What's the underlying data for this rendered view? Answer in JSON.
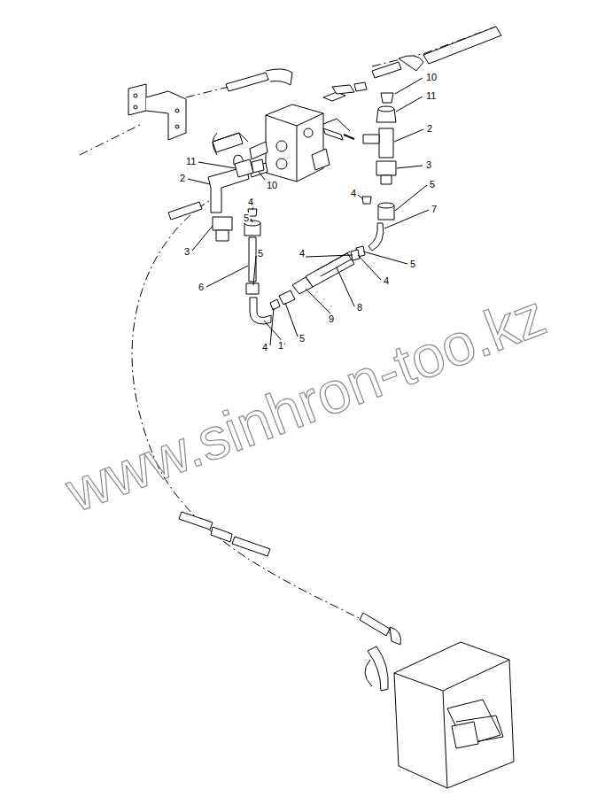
{
  "diagram": {
    "labels": [
      "10",
      "11",
      "2",
      "11",
      "2",
      "10",
      "3",
      "4",
      "5",
      "4",
      "5",
      "3",
      "7",
      "5",
      "4",
      "5",
      "4",
      "6",
      "8",
      "9",
      "5",
      "1",
      "4",
      "www.sinhron-too.kz"
    ]
  }
}
